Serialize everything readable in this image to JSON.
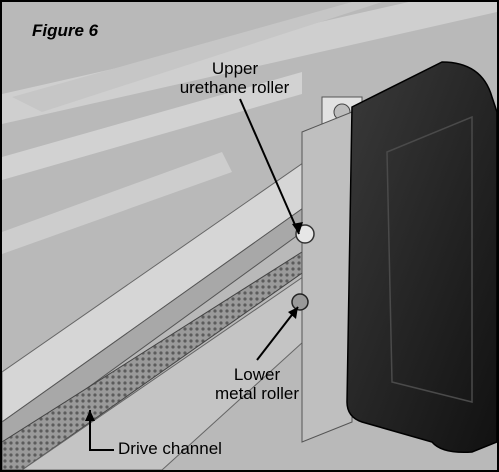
{
  "figure": {
    "title": "Figure 6",
    "labels": {
      "upper_line1": "Upper",
      "upper_line2": "urethane roller",
      "lower_line1": "Lower",
      "lower_line2": "metal roller",
      "drive": "Drive channel"
    },
    "colors": {
      "background": "#b9b9b9",
      "frame": "#d4d4d4",
      "housing": "#1f1f1f",
      "mesh": "#8a8a8a"
    }
  }
}
